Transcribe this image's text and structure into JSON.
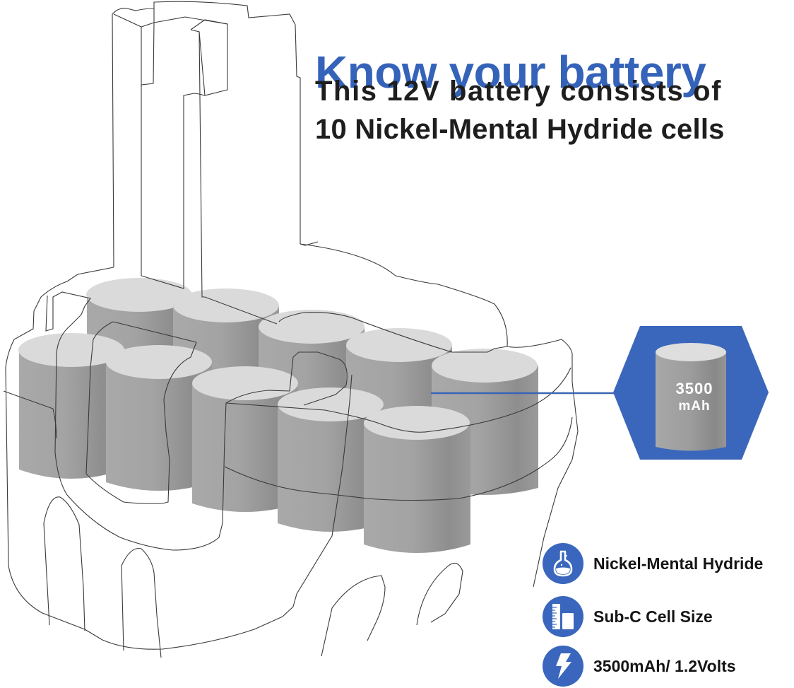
{
  "header": {
    "title": "Know your battery",
    "subtitle_line1": "This 12V battery consists of",
    "subtitle_line2": "10 Nickel-Mental Hydride cells"
  },
  "callout": {
    "capacity": "3500",
    "unit": "mAh",
    "icon": "battery-cell-icon"
  },
  "illustration": {
    "subject": "12V battery pack cutaway",
    "cell_count": 10,
    "cell_icon": "cylindrical-cell"
  },
  "features": [
    {
      "icon": "flask-icon",
      "label": "Nickel-Mental Hydride"
    },
    {
      "icon": "ruler-cell-size-icon",
      "label": "Sub-C Cell Size"
    },
    {
      "icon": "lightning-bolt-icon",
      "label": "3500mAh/ 1.2Volts"
    }
  ],
  "colors": {
    "accent_blue": "#3563b9",
    "text_dark": "#1e1e1e",
    "cell_gray": "#9e9e9e",
    "cell_top": "#dcdcdc",
    "outline": "#3a3a3a"
  }
}
